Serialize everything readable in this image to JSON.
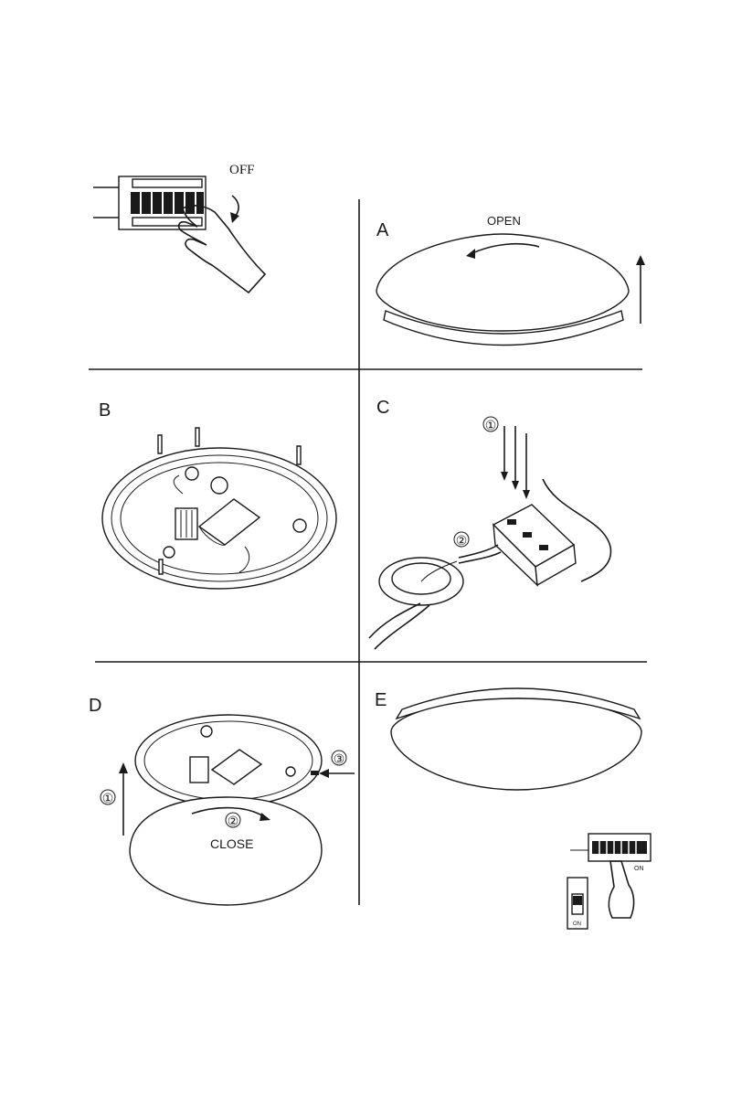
{
  "steps": {
    "off": {
      "label": "OFF"
    },
    "a": {
      "letter": "A",
      "action": "OPEN"
    },
    "b": {
      "letter": "B"
    },
    "c": {
      "letter": "C",
      "marker_1": "①",
      "marker_2": "②"
    },
    "d": {
      "letter": "D",
      "marker_1": "①",
      "marker_2": "②",
      "marker_3": "③",
      "action": "CLOSE"
    },
    "e": {
      "letter": "E",
      "switch_label": "ON",
      "switch_label_small": "ON"
    }
  },
  "colors": {
    "ink": "#1a1a1a",
    "paper": "#ffffff"
  }
}
